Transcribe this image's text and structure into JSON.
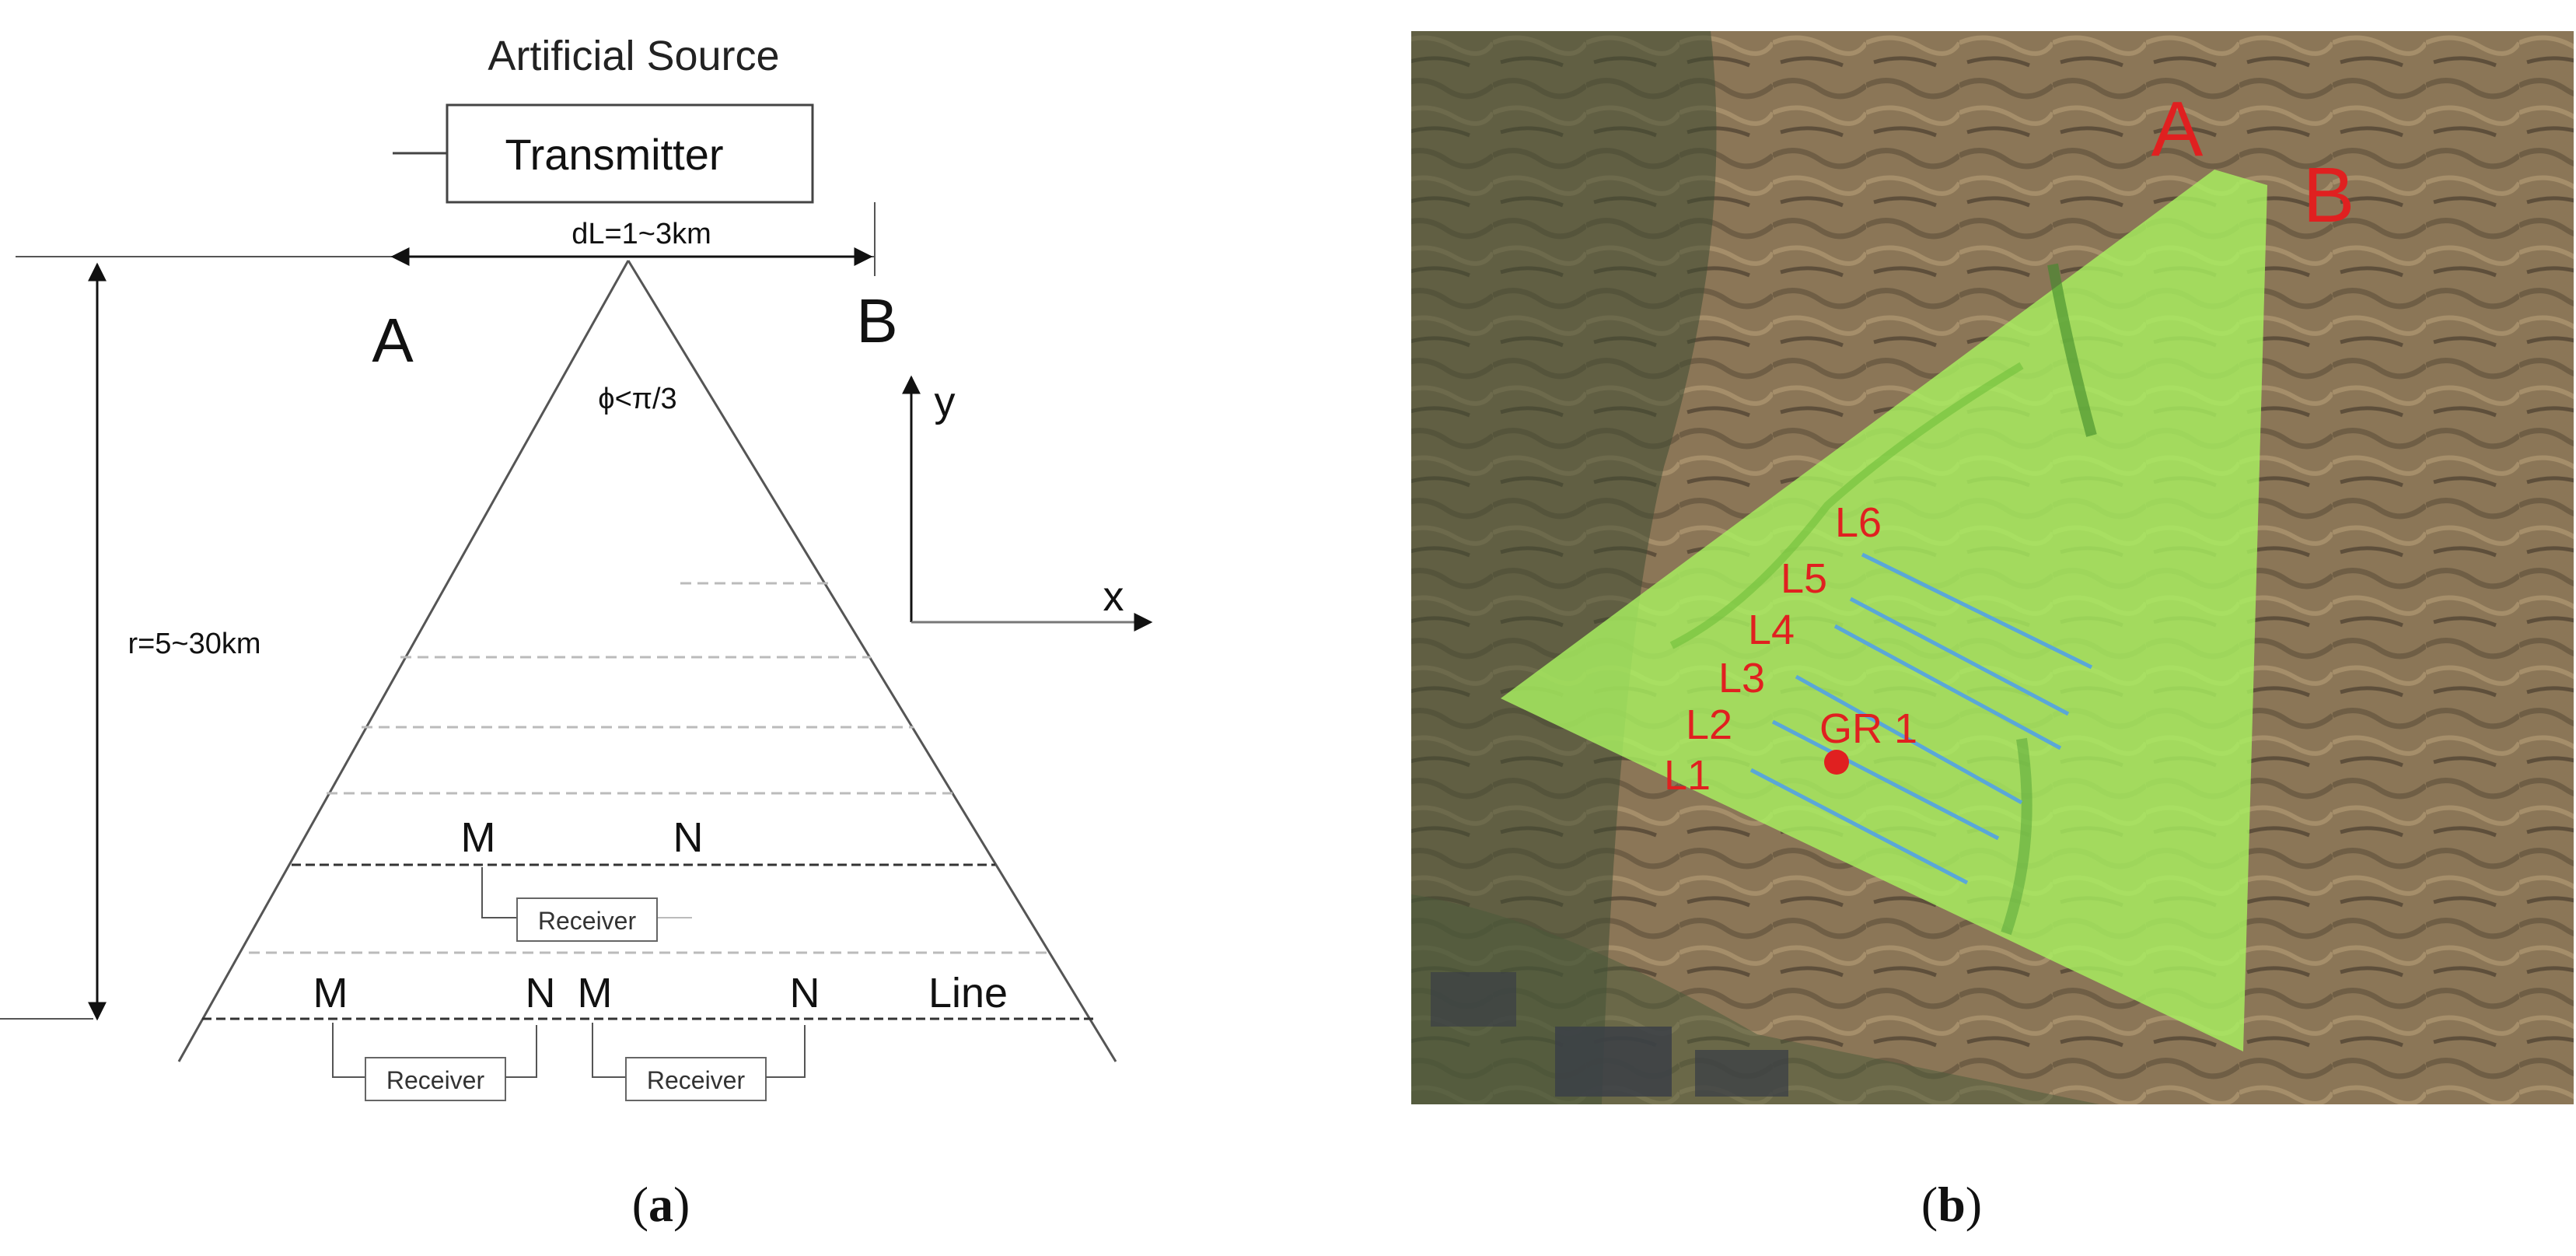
{
  "panel_a": {
    "title": "Artificial Source",
    "transmitter": "Transmitter",
    "dl": "dL=1~3km",
    "electrode_a": "A",
    "electrode_b": "B",
    "angle": "ϕ<π/3",
    "axis_y": "y",
    "axis_x": "x",
    "distance": "r=5~30km",
    "line_label": "Line",
    "receiver_label": "Receiver",
    "m": "M",
    "n": "N"
  },
  "panel_b": {
    "electrode_a": "A",
    "electrode_b": "B",
    "lines": [
      "L1",
      "L2",
      "L3",
      "L4",
      "L5",
      "L6"
    ],
    "station": "GR 1",
    "colors": {
      "label_red": "#e02020",
      "overlay_green": "#a8f060",
      "line_blue": "#5aa7d8"
    }
  },
  "captions": {
    "a": "a",
    "b": "b"
  }
}
